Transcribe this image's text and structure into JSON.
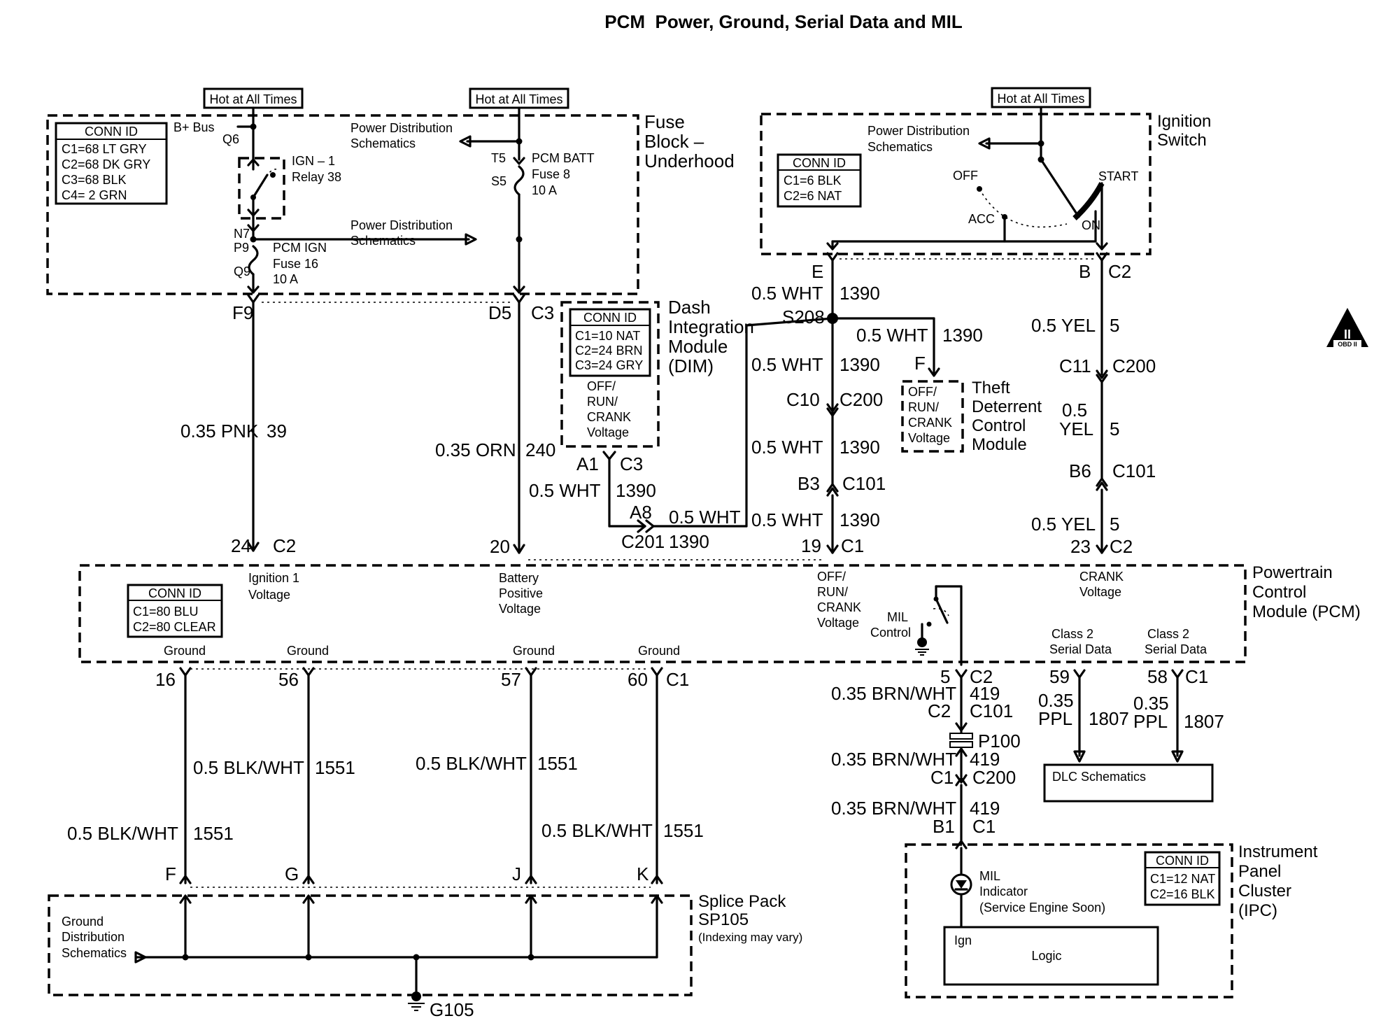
{
  "title": "PCM  Power, Ground, Serial Data and MIL",
  "hot_at_all_times": "Hot at All Times",
  "conn_id": "CONN ID",
  "fuse_block": {
    "name": [
      "Fuse",
      "Block –",
      "Underhood"
    ],
    "conn": [
      "C1=68 LT GRY",
      "C2=68 DK GRY",
      "C3=68 BLK",
      "C4= 2 GRN"
    ],
    "b_bus": "B+ Bus",
    "q6": "Q6",
    "relay": [
      "IGN – 1",
      "Relay 38"
    ],
    "n7": "N7",
    "p9": "P9",
    "q9": "Q9",
    "pcm_ign_fuse": [
      "PCM IGN",
      "Fuse 16",
      "10 A"
    ],
    "pcm_batt_fuse": [
      "PCM BATT",
      "Fuse 8",
      "10 A"
    ],
    "t5": "T5",
    "s5": "S5",
    "power_dist": [
      "Power Distribution",
      "Schematics"
    ]
  },
  "dim": {
    "name": [
      "Dash",
      "Integration",
      "Module",
      "(DIM)"
    ],
    "conn": [
      "C1=10 NAT",
      "C2=24 BRN",
      "C3=24 GRY"
    ],
    "voltage": [
      "OFF/",
      "RUN/",
      "CRANK",
      "Voltage"
    ]
  },
  "ignition_switch": {
    "name": [
      "Ignition",
      "Switch"
    ],
    "conn": [
      "C1=6 BLK",
      "C2=6 NAT"
    ],
    "power_dist": [
      "Power Distribution",
      "Schematics"
    ],
    "off": "OFF",
    "acc": "ACC",
    "on": "ON",
    "start": "START"
  },
  "tdcm": {
    "name": [
      "Theft",
      "Deterrent",
      "Control",
      "Module"
    ],
    "voltage": [
      "OFF/",
      "RUN/",
      "CRANK",
      "Voltage"
    ]
  },
  "pcm": {
    "name": [
      "Powertrain",
      "Control",
      "Module (PCM)"
    ],
    "conn": [
      "C1=80 BLU",
      "C2=80 CLEAR"
    ],
    "ign1": [
      "Ignition 1",
      "Voltage"
    ],
    "batt": [
      "Battery",
      "Positive",
      "Voltage"
    ],
    "offrun": [
      "OFF/",
      "RUN/",
      "CRANK",
      "Voltage"
    ],
    "crank": [
      "CRANK",
      "Voltage"
    ],
    "mil_control": [
      "MIL",
      "Control"
    ],
    "class2": [
      "Class 2",
      "Serial Data"
    ],
    "ground": "Ground"
  },
  "splice_pack": {
    "name": [
      "Splice Pack",
      "SP105"
    ],
    "note": "(Indexing may vary)",
    "ground_dist": [
      "Ground",
      "Distribution",
      "Schematics"
    ],
    "g105": "G105"
  },
  "ipc": {
    "name": [
      "Instrument",
      "Panel",
      "Cluster",
      "(IPC)"
    ],
    "conn": [
      "C1=12 NAT",
      "C2=16 BLK"
    ],
    "mil": [
      "MIL",
      "Indicator",
      "(Service Engine Soon)"
    ],
    "ign": "Ign",
    "logic": "Logic"
  },
  "dlc": "DLC Schematics",
  "obd": "OBD II",
  "roman": "II",
  "labels": {
    "F9": "F9",
    "D5": "D5",
    "C3": "C3",
    "C2": "C2",
    "C1": "C1",
    "C200": "C200",
    "C101": "C101",
    "C201": "C201",
    "A1": "A1",
    "A8": "A8",
    "E": "E",
    "B": "B",
    "F": "F",
    "G": "G",
    "J": "J",
    "K": "K",
    "B3": "B3",
    "B6": "B6",
    "B1": "B1",
    "C10": "C10",
    "C11": "C11",
    "S208": "S208",
    "P100": "P100",
    "n24": "24",
    "n20": "20",
    "n19": "19",
    "n23": "23",
    "n16": "16",
    "n56": "56",
    "n57": "57",
    "n60": "60",
    "n5": "5",
    "n59": "59",
    "n58": "58",
    "c39": "39",
    "c240": "240",
    "c1390": "1390",
    "c5": "5",
    "c1551": "1551",
    "c419": "419",
    "c1807": "1807",
    "pnk": "0.35 PNK",
    "orn": "0.35 ORN",
    "wht": "0.5 WHT",
    "yel": "0.5 YEL",
    "yel_a": "0.5",
    "yel_b": "YEL",
    "blkwht": "0.5 BLK/WHT",
    "brnwht": "0.35 BRN/WHT",
    "ppl_a": "0.35",
    "ppl_b": "PPL"
  }
}
